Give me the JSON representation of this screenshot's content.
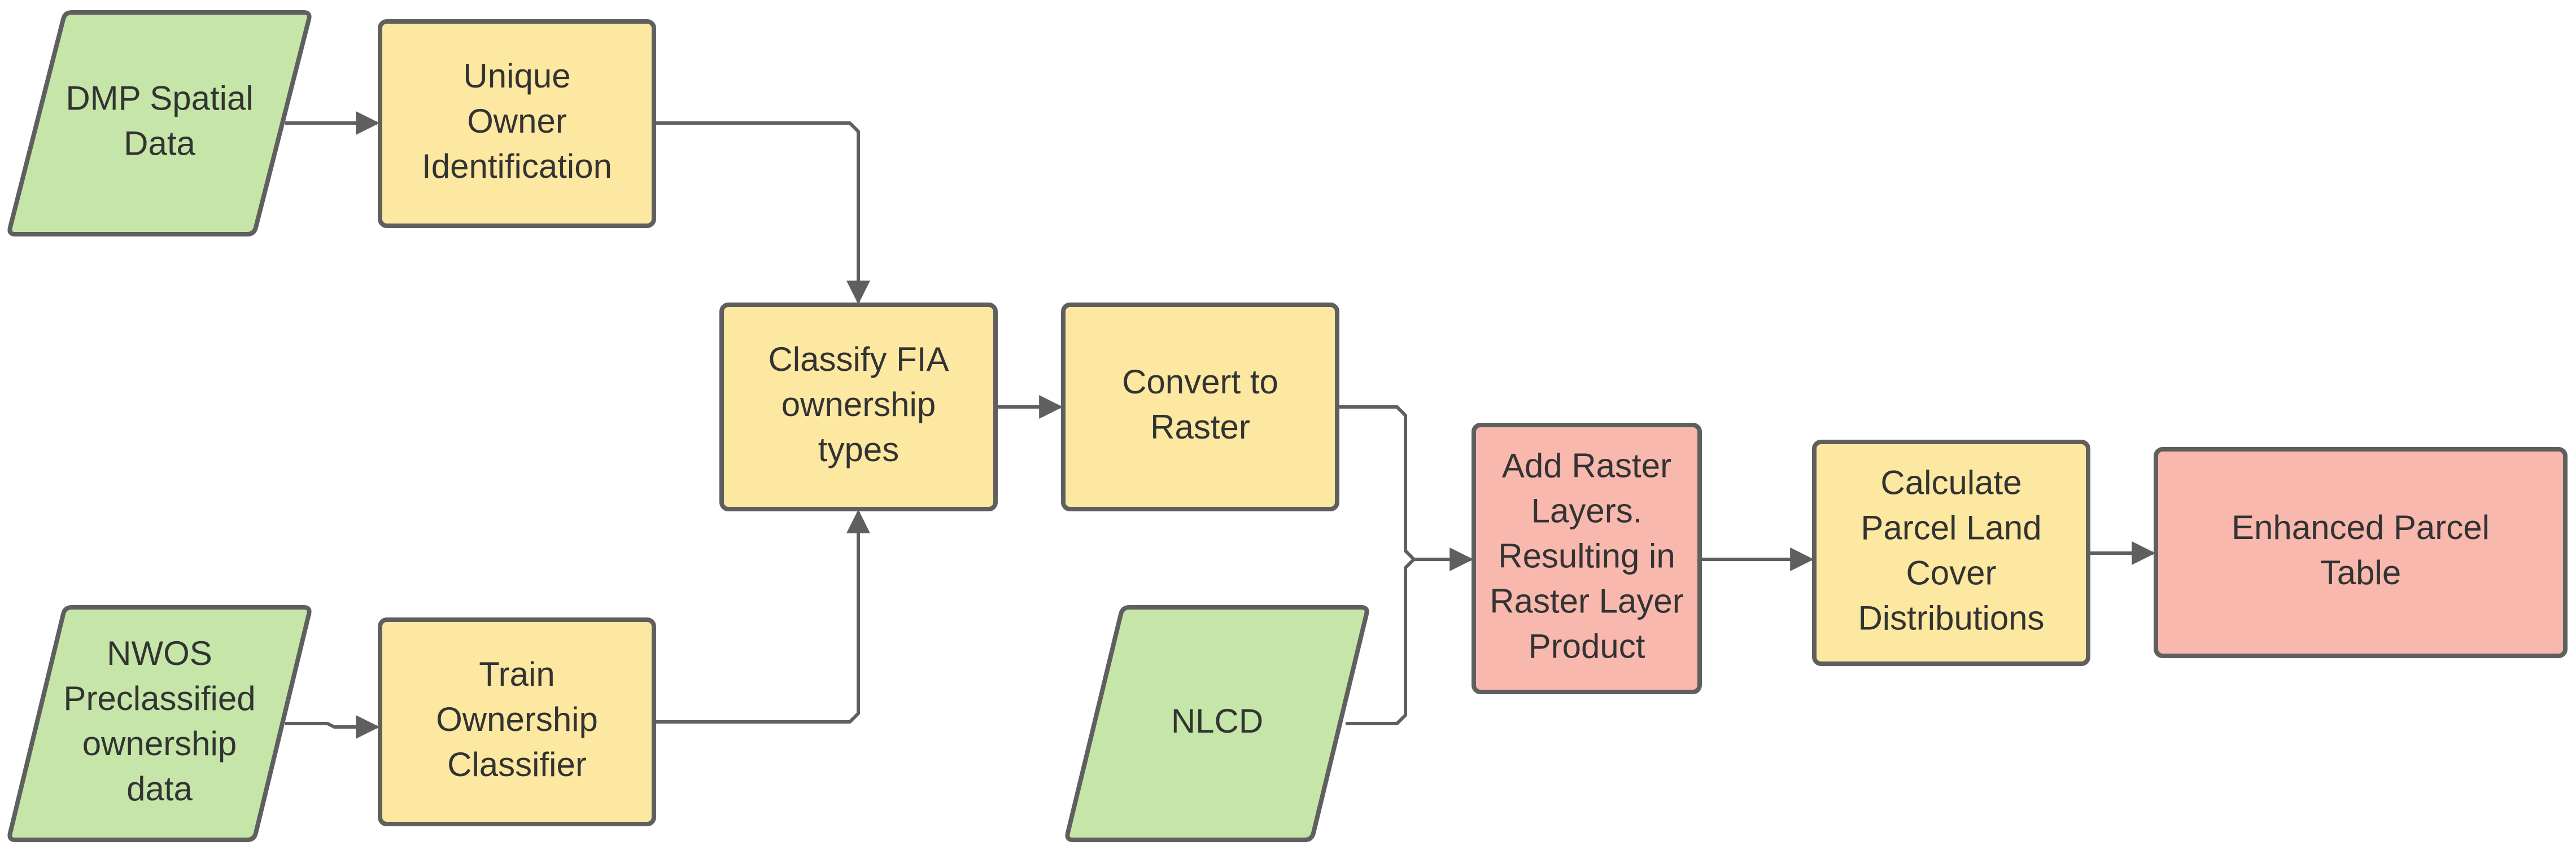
{
  "colors": {
    "data_fill": "#c5e6a8",
    "process_fill": "#fde8a1",
    "output_fill": "#f8b8ae",
    "stroke": "#5f5f5f",
    "text": "#333333",
    "background": "#ffffff"
  },
  "nodes": [
    {
      "id": "dmp_spatial_data",
      "shape": "parallelogram",
      "kind": "data",
      "lines": [
        "DMP Spatial",
        "Data"
      ]
    },
    {
      "id": "unique_owner_identification",
      "shape": "rectangle",
      "kind": "process",
      "lines": [
        "Unique",
        "Owner",
        "Identification"
      ]
    },
    {
      "id": "classify_fia_ownership_types",
      "shape": "rectangle",
      "kind": "process",
      "lines": [
        "Classify FIA",
        "ownership",
        "types"
      ]
    },
    {
      "id": "convert_to_raster",
      "shape": "rectangle",
      "kind": "process",
      "lines": [
        "Convert to",
        "Raster"
      ]
    },
    {
      "id": "nwos_preclassified_ownership_data",
      "shape": "parallelogram",
      "kind": "data",
      "lines": [
        "NWOS",
        "Preclassified",
        "ownership",
        "data"
      ]
    },
    {
      "id": "train_ownership_classifier",
      "shape": "rectangle",
      "kind": "process",
      "lines": [
        "Train",
        "Ownership",
        "Classifier"
      ]
    },
    {
      "id": "nlcd",
      "shape": "parallelogram",
      "kind": "data",
      "lines": [
        "NLCD"
      ]
    },
    {
      "id": "add_raster_layers",
      "shape": "rectangle",
      "kind": "output",
      "lines": [
        "Add Raster",
        "Layers.",
        "Resulting in",
        "Raster Layer",
        "Product"
      ]
    },
    {
      "id": "calculate_parcel_land_cover_distributions",
      "shape": "rectangle",
      "kind": "process",
      "lines": [
        "Calculate",
        "Parcel Land",
        "Cover",
        "Distributions"
      ]
    },
    {
      "id": "enhanced_parcel_table",
      "shape": "rectangle",
      "kind": "output",
      "lines": [
        "Enhanced Parcel",
        "Table"
      ]
    }
  ],
  "edges": [
    {
      "from": "dmp_spatial_data",
      "to": "unique_owner_identification"
    },
    {
      "from": "unique_owner_identification",
      "to": "classify_fia_ownership_types"
    },
    {
      "from": "nwos_preclassified_ownership_data",
      "to": "train_ownership_classifier"
    },
    {
      "from": "train_ownership_classifier",
      "to": "classify_fia_ownership_types"
    },
    {
      "from": "classify_fia_ownership_types",
      "to": "convert_to_raster"
    },
    {
      "from": "convert_to_raster",
      "to": "add_raster_layers"
    },
    {
      "from": "nlcd",
      "to": "add_raster_layers"
    },
    {
      "from": "add_raster_layers",
      "to": "calculate_parcel_land_cover_distributions"
    },
    {
      "from": "calculate_parcel_land_cover_distributions",
      "to": "enhanced_parcel_table"
    }
  ]
}
